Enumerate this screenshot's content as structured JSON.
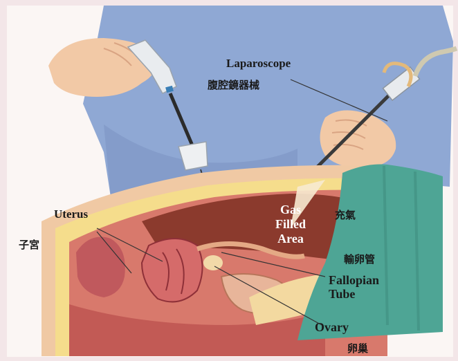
{
  "labels": {
    "laparoscope_en": "Laparoscope",
    "laparoscope_zh": "腹腔鏡器械",
    "uterus_en": "Uterus",
    "uterus_zh": "子宮",
    "gas_line1": "Gas",
    "gas_line2": "Filled",
    "gas_line3": "Area",
    "gas_zh": "充氣",
    "fallopian_zh": "輸卵管",
    "fallopian_line1": "Fallopian",
    "fallopian_line2": "Tube",
    "ovary_en": "Ovary",
    "ovary_zh": "卵巢"
  },
  "colors": {
    "background": "#f3e6e8",
    "gown": "#8fa8d4",
    "skin": "#f2c9a6",
    "drape": "#4ea595",
    "tissue": "#c0595d",
    "gas_area": "#8b3a2d"
  }
}
